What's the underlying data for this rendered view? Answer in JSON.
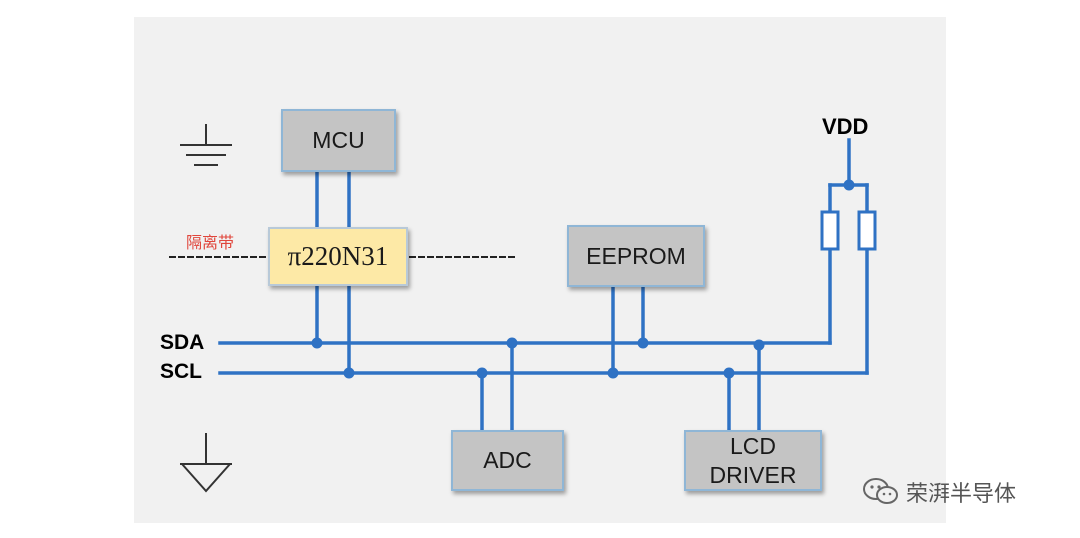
{
  "diagram": {
    "blocks": {
      "mcu": "MCU",
      "isolator": "π220N31",
      "eeprom": "EEPROM",
      "adc": "ADC",
      "lcd_driver": [
        "LCD",
        "DRIVER"
      ]
    },
    "labels": {
      "sda": "SDA",
      "scl": "SCL",
      "vdd": "VDD",
      "isolation_band": "隔离带"
    },
    "wire_color": "#2f72c4"
  },
  "watermark": {
    "text": "荣湃半导体",
    "icon": "wechat-icon"
  }
}
